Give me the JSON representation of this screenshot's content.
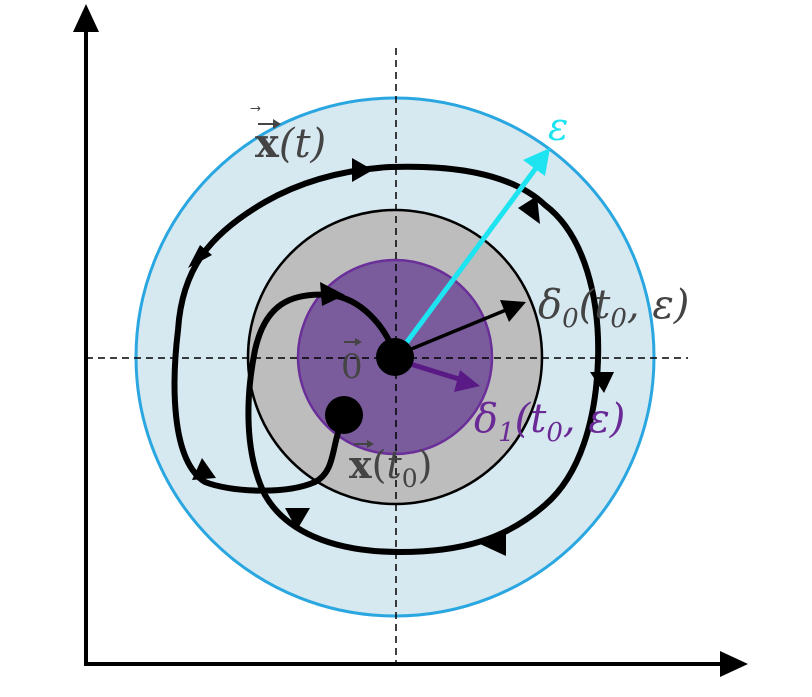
{
  "labels": {
    "trajectory": {
      "vec": "x",
      "arg": "(t)"
    },
    "epsilon": "ε",
    "delta0": {
      "sym": "δ",
      "sub": "0",
      "arg_open": "(",
      "t": "t",
      "t_sub": "0",
      "sep": ", ",
      "eps": "ε",
      "arg_close": ")"
    },
    "origin": "0",
    "delta1": {
      "sym": "δ",
      "sub": "1",
      "arg_open": "(",
      "t": "t",
      "t_sub": "0",
      "sep": ", ",
      "eps": "ε",
      "arg_close": ")"
    },
    "start": {
      "vec": "x",
      "arg_open": "(",
      "t": "t",
      "t_sub": "0",
      "arg_close": ")"
    }
  },
  "colors": {
    "outer_disk": "#d6e8f0",
    "outer_ring": "#2aa7e0",
    "middle_disk": "#bdbdbd",
    "inner_disk": "#7a5c9c",
    "inner_ring": "#6a2f98",
    "epsilon_arrow": "#1ee3f0",
    "delta1_arrow": "#5a1a86",
    "delta1_text": "#6a2a96",
    "text_dark": "#444444",
    "trajectory": "#000000"
  }
}
